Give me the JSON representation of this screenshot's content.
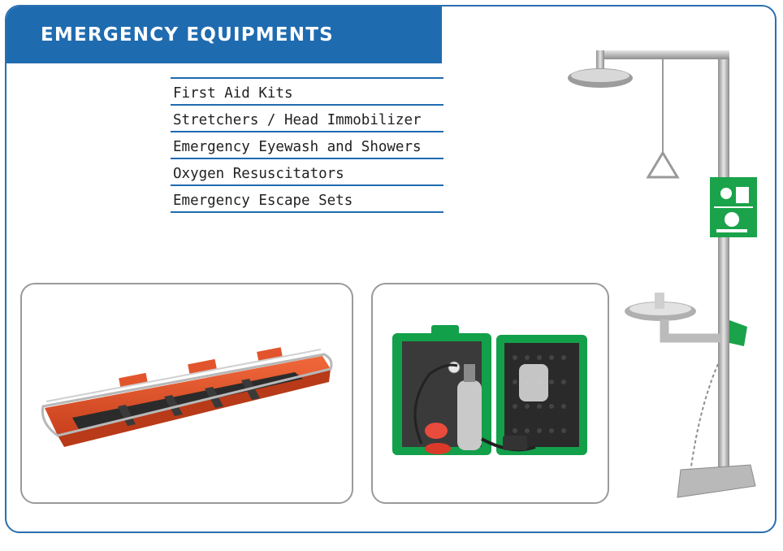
{
  "header": {
    "title": "EMERGENCY EQUIPMENTS"
  },
  "equipment_list": [
    "First Aid Kits",
    "Stretchers / Head Immobilizer",
    "Emergency Eyewash and Showers",
    "Oxygen Resuscitators",
    "Emergency Escape Sets"
  ],
  "colors": {
    "brand_blue": "#1f6bb0",
    "stretcher_orange": "#e2552c",
    "case_green": "#12a04a",
    "sign_green": "#1aa34a"
  },
  "images": {
    "stretcher": "basket-stretcher-image",
    "kit": "oxygen-resuscitator-kit-image",
    "shower": "eyewash-shower-station-image"
  }
}
